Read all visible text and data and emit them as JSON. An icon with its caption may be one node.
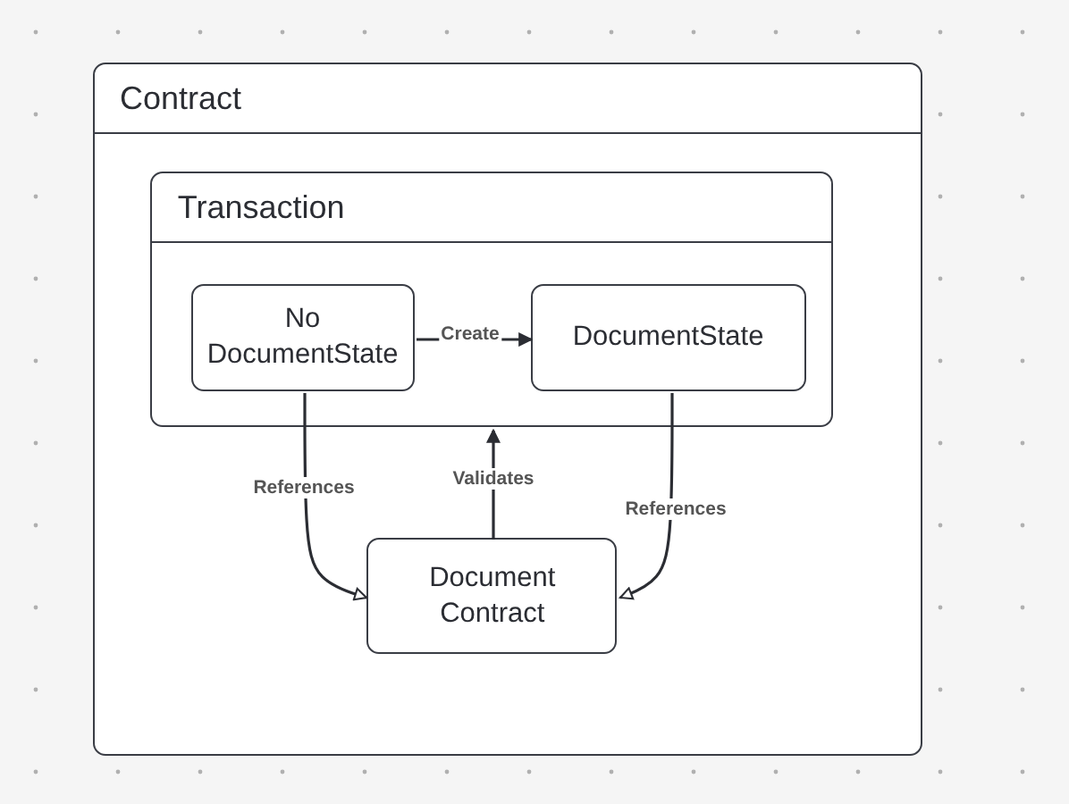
{
  "diagram": {
    "nodes": [
      {
        "text": [
          "Contract"
        ]
      },
      {
        "text": [
          "Transaction"
        ],
        "in": 0
      },
      {
        "text": [
          "No DocumentState"
        ],
        "in": 1
      },
      {
        "text": [
          "DocumentState"
        ],
        "in": 1
      },
      {
        "text": [
          "Document Contract"
        ],
        "in": 0
      }
    ],
    "edges": [
      {
        "from": 2,
        "to": 3,
        "arrow": "to",
        "label": "Create"
      },
      {
        "from": 2,
        "to": 4,
        "arrow": "to",
        "label": "References"
      },
      {
        "from": 3,
        "to": 4,
        "arrow": "to",
        "label": "References"
      },
      {
        "from": 4,
        "to": 1,
        "arrow": "to",
        "label": "Validates"
      }
    ]
  }
}
